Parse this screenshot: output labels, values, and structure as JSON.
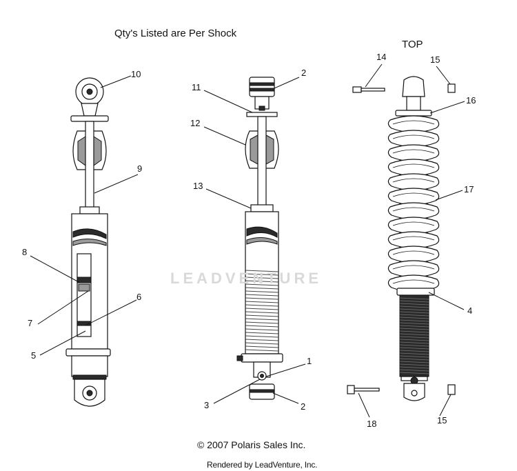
{
  "header": {
    "note": "Qty's Listed are Per Shock",
    "top_label": "TOP"
  },
  "watermark": "LEADVENTURE",
  "footer": {
    "copyright": "© 2007 Polaris Sales Inc.",
    "rendered": "Rendered by LeadVenture, Inc."
  },
  "callouts": {
    "c1": "1",
    "c2a": "2",
    "c2b": "2",
    "c3": "3",
    "c4": "4",
    "c5": "5",
    "c6": "6",
    "c7": "7",
    "c8": "8",
    "c9": "9",
    "c10": "10",
    "c11": "11",
    "c12": "12",
    "c13": "13",
    "c14": "14",
    "c15a": "15",
    "c15b": "15",
    "c16": "16",
    "c17": "17",
    "c18": "18"
  }
}
